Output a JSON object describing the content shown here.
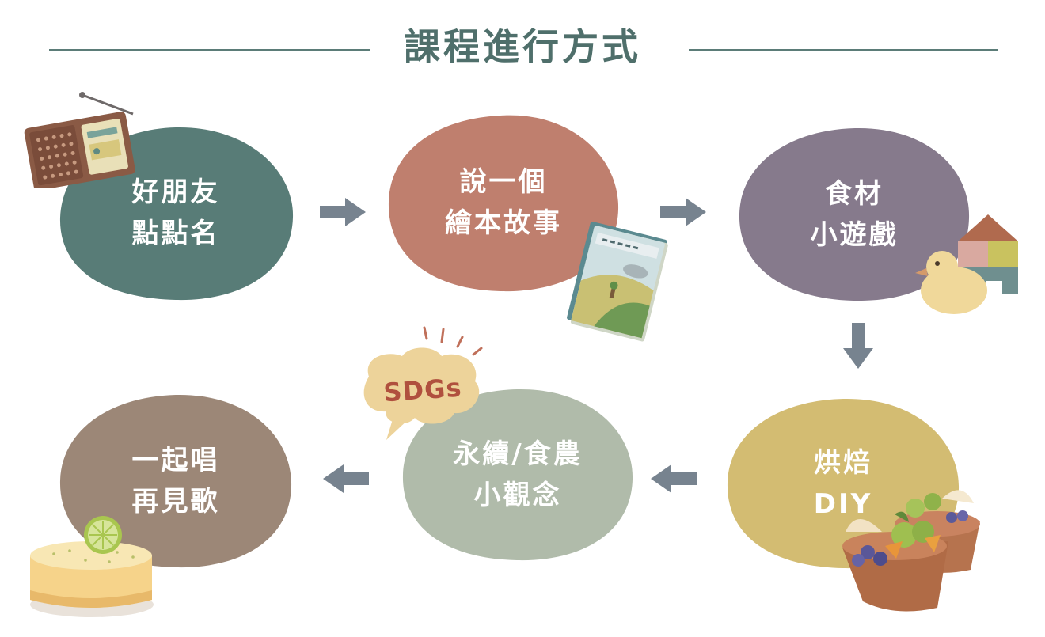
{
  "title": "課程進行方式",
  "steps": [
    {
      "line1": "好朋友",
      "line2": "點點名",
      "color": "#587c77"
    },
    {
      "line1": "說一個",
      "line2": "繪本故事",
      "color": "#bf7f6e"
    },
    {
      "line1": "食材",
      "line2": "小遊戲",
      "color": "#867a8c"
    },
    {
      "line1": "烘焙",
      "line2": "DIY",
      "color": "#d3bc72"
    },
    {
      "line1": "永續/食農",
      "line2": "小觀念",
      "color": "#b0bbaa"
    },
    {
      "line1": "一起唱",
      "line2": "再見歌",
      "color": "#9c8777"
    }
  ],
  "badge_text": "SDGs",
  "colors": {
    "title": "#4f6f6b",
    "arrow": "#77838f",
    "line": "#5b7c78"
  },
  "icons": [
    "radio-icon",
    "picture-book-icon",
    "toy-duck-blocks-icon",
    "fruit-tart-icon",
    "sdgs-speech-bubble-icon",
    "cheesecake-icon"
  ]
}
